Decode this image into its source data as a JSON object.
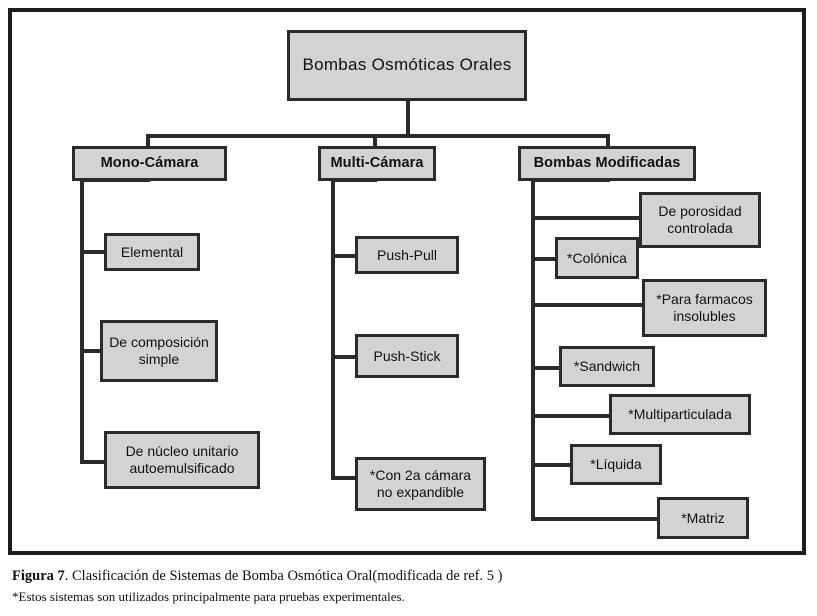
{
  "figure": {
    "root": {
      "label": "Bombas  Osmóticas Orales"
    },
    "branches": [
      {
        "label": "Mono-Cámara",
        "children": [
          {
            "label": "Elemental"
          },
          {
            "label": "De composición\nsimple"
          },
          {
            "label": "De núcleo unitario\nautoemulsificado"
          }
        ]
      },
      {
        "label": "Multi-Cámara",
        "children": [
          {
            "label": "Push-Pull"
          },
          {
            "label": "Push-Stick"
          },
          {
            "label": "*Con 2a cámara\nno expandible"
          }
        ]
      },
      {
        "label": "Bombas Modificadas",
        "children": [
          {
            "label": "De porosidad\ncontrolada"
          },
          {
            "label": "*Colónica"
          },
          {
            "label": "*Para farmacos\ninsolubles"
          },
          {
            "label": "*Sandwich"
          },
          {
            "label": "*Multiparticulada"
          },
          {
            "label": "*Líquida"
          },
          {
            "label": "*Matriz"
          }
        ]
      }
    ]
  },
  "caption": {
    "figure_label": "Figura 7",
    "line1_rest": ". Clasificación de Sistemas de Bomba Osmótica Oral(modificada de ref. 5 )",
    "line2": "*Estos sistemas son utilizados principalmente para pruebas experimentales."
  },
  "colors": {
    "box_fill": "#d3d3d3",
    "box_border": "#2b2b2b",
    "frame_border": "#1c1c1c",
    "page_bg": "#ffffff",
    "text": "#111111"
  }
}
